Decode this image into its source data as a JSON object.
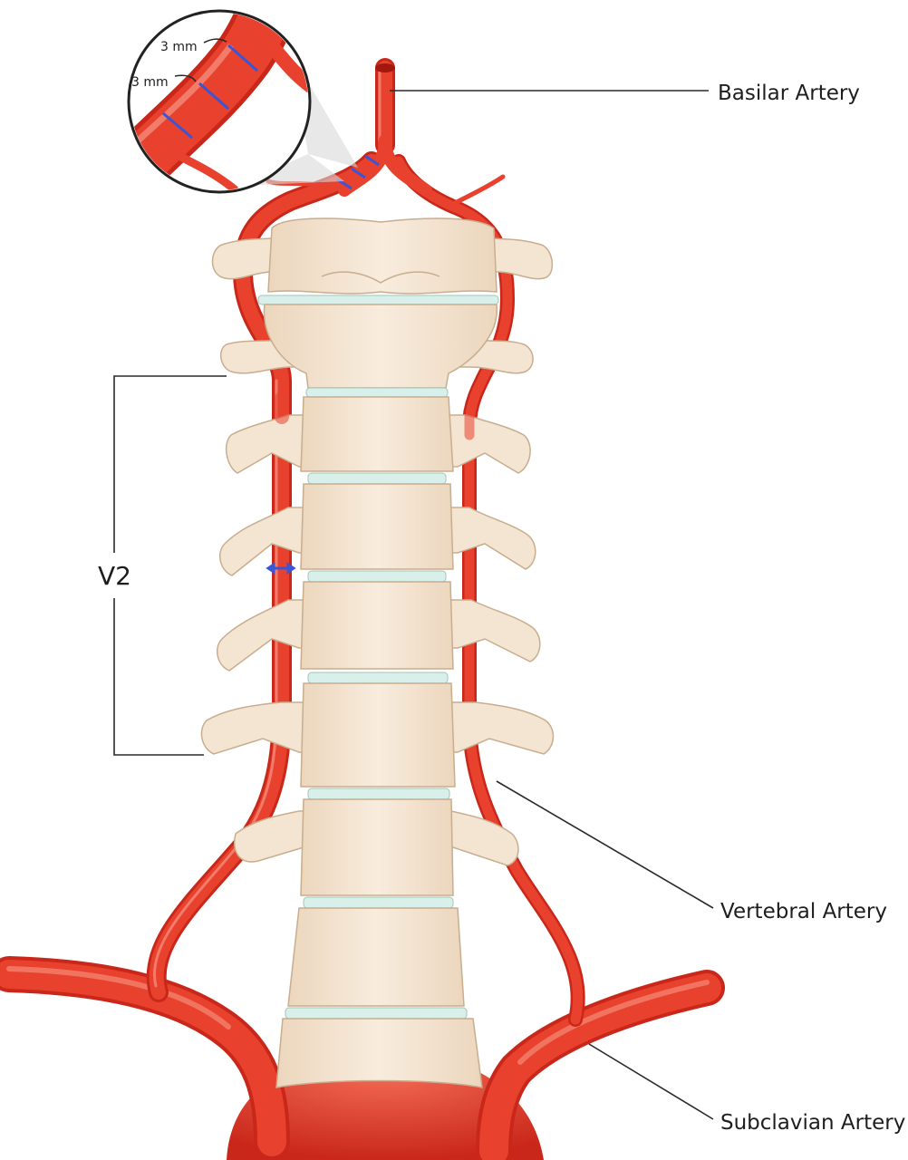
{
  "labels": {
    "basilar": "Basilar Artery",
    "vertebral": "Vertebral Artery",
    "subclavian": "Subclavian Artery",
    "segment": "V2",
    "measure_1": "3 mm",
    "measure_2": "3 mm"
  },
  "colors": {
    "artery": "#e8412e",
    "artery_dark": "#c9271a",
    "artery_highlight": "#f58a78",
    "bone": "#f4e5d2",
    "bone_edge": "#c8ad8e",
    "disc": "#d9efe9",
    "measure": "#3a55d6",
    "leader": "#2a2a2a"
  }
}
